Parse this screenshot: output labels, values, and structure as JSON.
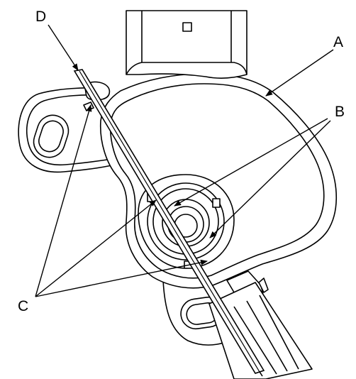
{
  "diagram": {
    "colors": {
      "stroke": "#000000",
      "fill": "#ffffff"
    },
    "callouts": [
      {
        "id": "D",
        "text": "D"
      },
      {
        "id": "A",
        "text": "A"
      },
      {
        "id": "B",
        "text": "B"
      },
      {
        "id": "C",
        "text": "C"
      }
    ]
  }
}
